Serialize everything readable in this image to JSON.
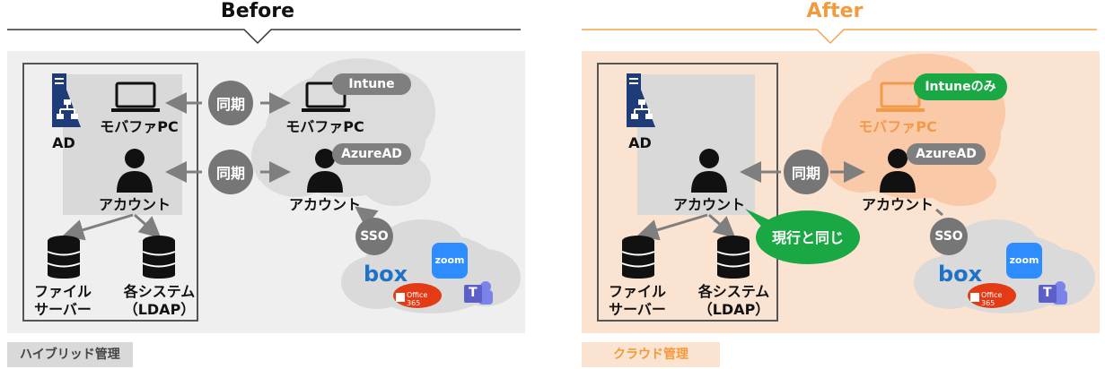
{
  "before": {
    "title": "Before",
    "ad_label": "AD",
    "pc_label": "モバファPC",
    "account_label": "アカウント",
    "sync_pc": "同期",
    "sync_account": "同期",
    "cloud_pc_label": "モバファPC",
    "cloud_account_label": "アカウント",
    "intune_badge": "Intune",
    "azuread_badge": "AzureAD",
    "sso_label": "SSO",
    "fileserver_label_1": "ファイル",
    "fileserver_label_2": "サーバー",
    "system_label_1": "各システム",
    "system_label_2": "（LDAP）",
    "box_logo": "box",
    "zoom_logo": "zoom",
    "office_logo": "Office 365",
    "teams_logo": "T",
    "footer_tag": "ハイブリッド管理"
  },
  "after": {
    "title": "After",
    "ad_label": "AD",
    "account_label": "アカウント",
    "same_as_current": "現行と同じ",
    "sync_account": "同期",
    "cloud_pc_label": "モバファPC",
    "cloud_account_label": "アカウント",
    "intune_badge": "Intuneのみ",
    "azuread_badge": "AzureAD",
    "sso_label": "SSO",
    "fileserver_label_1": "ファイル",
    "fileserver_label_2": "サーバー",
    "system_label_1": "各システム",
    "system_label_2": "（LDAP）",
    "box_logo": "box",
    "zoom_logo": "zoom",
    "office_logo": "Office 365",
    "teams_logo": "T",
    "footer_tag": "クラウド管理"
  },
  "colors": {
    "before_line": "#333333",
    "after_line": "#f6a24d",
    "after_title": "#f39a3c",
    "before_panel": "#efefef",
    "after_panel": "#fbe3d2",
    "inner_box": "#d9d9d9",
    "cloud_grey": "#dadada",
    "cloud_orange": "#f9c9a8",
    "pill_grey": "#7f7f7f",
    "pill_green": "#1aa844",
    "arrow": "#7f7f7f",
    "pc_orange": "#f29a48",
    "box_blue": "#1d73c9",
    "zoom_blue": "#2d8cff",
    "office_red": "#e33b15",
    "teams_purple": "#5b5fc7",
    "ad_navy": "#1f3c7a"
  },
  "icons": [
    "server-icon",
    "laptop-icon",
    "person-icon",
    "database-icon",
    "cloud-icon",
    "box-logo",
    "zoom-logo",
    "office365-logo",
    "teams-logo",
    "double-arrow-icon"
  ]
}
